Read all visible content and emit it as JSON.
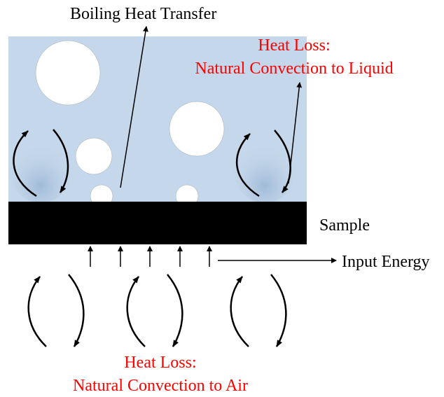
{
  "labels": {
    "boiling": "Boiling Heat Transfer",
    "loss_liquid_line1": "Heat Loss:",
    "loss_liquid_line2": "Natural Convection to Liquid",
    "sample": "Sample",
    "input_energy": "Input Energy",
    "loss_air_line1": "Heat Loss:",
    "loss_air_line2": "Natural Convection to Air"
  },
  "colors": {
    "liquid": "#c5d7ea",
    "convection_cell": "#a8c2dd",
    "sample": "#000000",
    "bubble": "#ffffff",
    "loss_text": "#ff0000",
    "text": "#000000"
  }
}
